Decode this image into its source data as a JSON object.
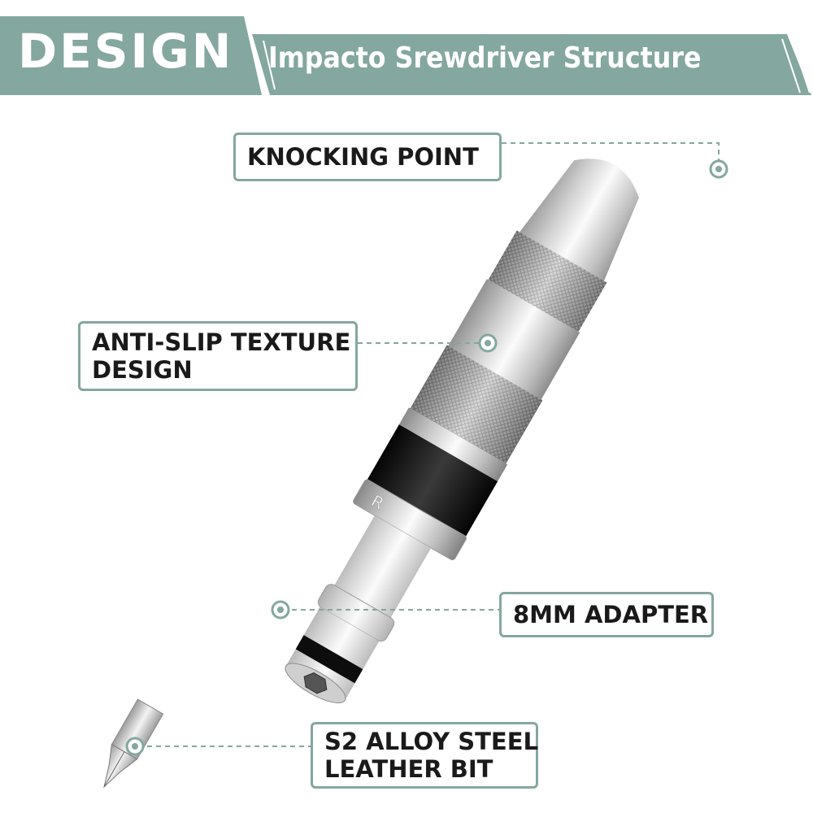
{
  "banner": {
    "tag": "DESIGN",
    "title": "Impacto Srewdriver Structure"
  },
  "callouts": {
    "knocking_point": "KNOCKING POINT",
    "anti_slip_line1": "ANTI-SLIP TEXTURE",
    "anti_slip_line2": "DESIGN",
    "adapter": "8MM ADAPTER",
    "bit_line1": "S2 ALLOY STEEL",
    "bit_line2": "LEATHER BIT"
  },
  "product": {
    "collar_mark": "R"
  },
  "colors": {
    "accent": "#84a79f",
    "text": "#1a1a1a",
    "metal": "#c8c8c8",
    "dark_band": "#111111"
  }
}
